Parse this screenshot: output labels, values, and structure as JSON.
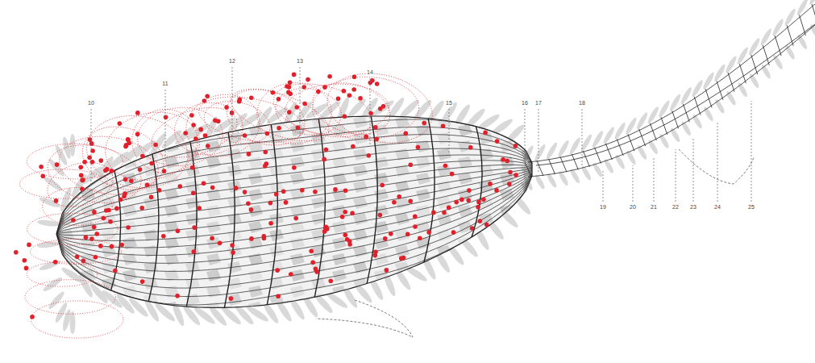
{
  "diagram": {
    "labels": [
      "10",
      "11",
      "12",
      "13",
      "14",
      "15",
      "16",
      "17",
      "18",
      "19",
      "20",
      "21",
      "22",
      "23",
      "24",
      "25"
    ]
  }
}
